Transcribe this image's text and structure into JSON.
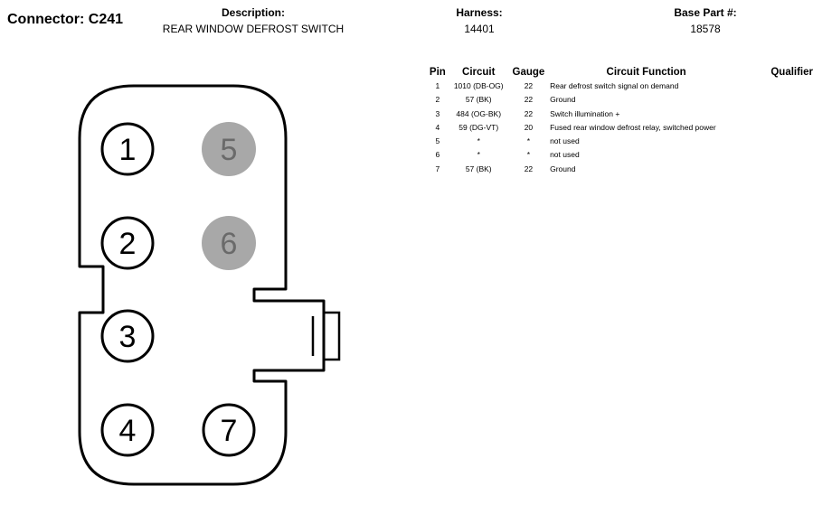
{
  "header": {
    "connector": "Connector: C241",
    "description_label": "Description:",
    "description": "REAR WINDOW DEFROST SWITCH",
    "harness_label": "Harness:",
    "harness": "14401",
    "base_part_label": "Base Part #:",
    "base_part": "18578"
  },
  "table": {
    "headers": [
      "Pin",
      "Circuit",
      "Gauge",
      "Circuit Function",
      "Qualifier"
    ],
    "rows": [
      {
        "pin": "1",
        "circuit": "1010 (DB-OG)",
        "gauge": "22",
        "function": "Rear defrost switch signal on demand",
        "qualifier": ""
      },
      {
        "pin": "2",
        "circuit": "57 (BK)",
        "gauge": "22",
        "function": "Ground",
        "qualifier": ""
      },
      {
        "pin": "3",
        "circuit": "484 (OG-BK)",
        "gauge": "22",
        "function": "Switch illumination +",
        "qualifier": ""
      },
      {
        "pin": "4",
        "circuit": "59 (DG-VT)",
        "gauge": "20",
        "function": "Fused rear window defrost relay, switched power",
        "qualifier": ""
      },
      {
        "pin": "5",
        "circuit": "*",
        "gauge": "*",
        "function": "not used",
        "qualifier": ""
      },
      {
        "pin": "6",
        "circuit": "*",
        "gauge": "*",
        "function": "not used",
        "qualifier": ""
      },
      {
        "pin": "7",
        "circuit": "57 (BK)",
        "gauge": "22",
        "function": "Ground",
        "qualifier": ""
      }
    ]
  },
  "connector_pins": [
    {
      "label": "1",
      "used": true
    },
    {
      "label": "2",
      "used": true
    },
    {
      "label": "3",
      "used": true
    },
    {
      "label": "4",
      "used": true
    },
    {
      "label": "5",
      "used": false
    },
    {
      "label": "6",
      "used": false
    },
    {
      "label": "7",
      "used": true
    }
  ],
  "colors": {
    "pin_used_fill": "#ffffff",
    "pin_unused_fill": "#a8a8a8",
    "pin_unused_text": "#6a6a6a",
    "outline": "#000000"
  }
}
